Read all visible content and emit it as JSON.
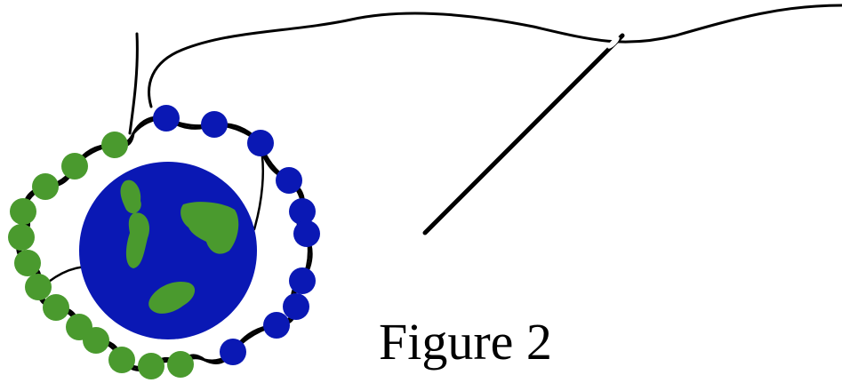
{
  "figure": {
    "caption": "Figure 2",
    "colors": {
      "thread": "#000000",
      "needle": "#000000",
      "blue_bead": "#0a18b4",
      "green_bead": "#4a9a2e",
      "globe_ocean": "#0a18b4",
      "globe_land": "#4a9a2e",
      "background": "#ffffff"
    },
    "bead_counts": {
      "green": 13,
      "blue": 10
    },
    "icons": [
      "needle-icon",
      "globe-icon"
    ]
  }
}
